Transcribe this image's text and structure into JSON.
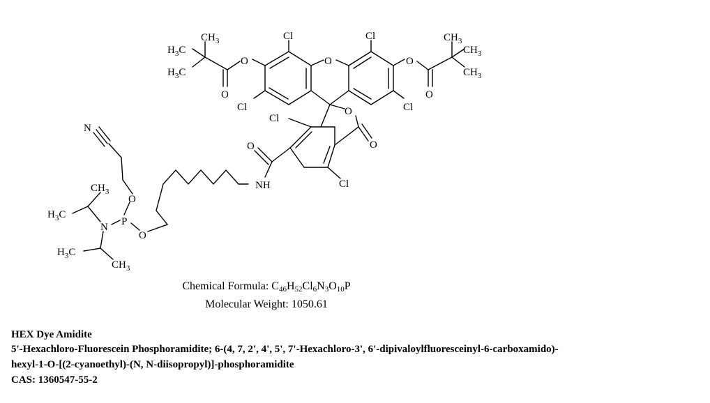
{
  "structure": {
    "atom_labels": {
      "cl_top_left": "Cl",
      "cl_top_right": "Cl",
      "cl_left": "Cl",
      "cl_right": "Cl",
      "cl_lower_left": "Cl",
      "cl_lower_right": "Cl",
      "o_xanthene": "O",
      "o_ester_left": "O",
      "o_ester_right": "O",
      "o_carbonyl_left": "O",
      "o_carbonyl_right": "O",
      "o_lactone": "O",
      "o_lactone_carbonyl": "O",
      "o_amide": "O",
      "nh_amide": "NH",
      "n_nitrile": "N",
      "o_phosphite_upper": "O",
      "o_phosphite_lower": "O",
      "p_phosphorus": "P",
      "n_amine": "N"
    },
    "methyl_labels": {
      "left_tbu_ch3": "CH3",
      "left_tbu_h3c_1": "H3C",
      "left_tbu_h3c_2": "H3C",
      "right_tbu_ch3_1": "CH3",
      "right_tbu_ch3_2": "CH3",
      "right_tbu_ch3_3": "CH3",
      "ipr1_ch3": "CH3",
      "ipr1_h3c": "H3C",
      "ipr2_h3c": "H3C",
      "ipr2_ch3": "CH3"
    }
  },
  "formula": {
    "label": "Chemical Formula: ",
    "value": "C46H52Cl6N3O10P"
  },
  "molecular_weight": {
    "label": "Molecular Weight: ",
    "value": "1050.61"
  },
  "caption": {
    "title": "HEX Dye Amidite",
    "synonyms_line1": "5'-Hexachloro-Fluorescein Phosphoramidite; 6-(4, 7, 2', 4', 5', 7'-Hexachloro-3', 6'-dipivaloylfluoresceinyl-6-carboxamido)-",
    "synonyms_line2": "hexyl-1-O-[(2-cyanoethyl)-(N, N-diisopropyl)]-phosphoramidite",
    "cas": "CAS: 1360547-55-2"
  }
}
